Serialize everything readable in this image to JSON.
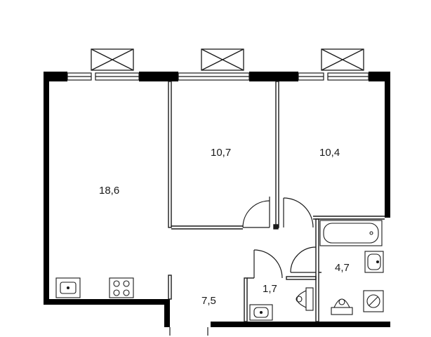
{
  "rooms": [
    {
      "id": "living",
      "area": "18,6"
    },
    {
      "id": "bedroom_1",
      "area": "10,7"
    },
    {
      "id": "bedroom_2",
      "area": "10,4"
    },
    {
      "id": "hall",
      "area": "7,5"
    },
    {
      "id": "toilet",
      "area": "1,7"
    },
    {
      "id": "bathroom",
      "area": "4,7"
    }
  ],
  "fixtures": [
    "kitchen-sink",
    "stove",
    "bathtub",
    "washbasin",
    "toilet",
    "washing-machine"
  ],
  "colors": {
    "wall": "#000000",
    "line": "#1a1a1a",
    "background": "#ffffff"
  }
}
